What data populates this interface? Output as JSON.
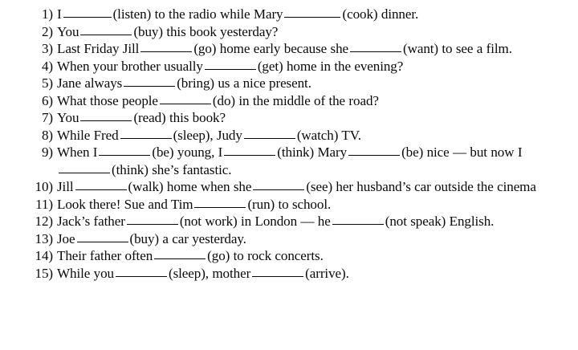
{
  "document": {
    "kind": "english-grammar-worksheet",
    "background_color": "#ffffff",
    "text_color": "#0a0a0a",
    "blank_count_total": 23
  },
  "exercises": [
    {
      "number": "1)",
      "segments": [
        {
          "type": "text",
          "value": "I"
        },
        {
          "type": "blank",
          "size": "sm"
        },
        {
          "type": "text",
          "value": "(listen) to the radio while Mary"
        },
        {
          "type": "blank",
          "size": "lg"
        },
        {
          "type": "text",
          "value": "(cook) dinner."
        }
      ]
    },
    {
      "number": "2)",
      "segments": [
        {
          "type": "text",
          "value": "You"
        },
        {
          "type": "blank",
          "size": "md"
        },
        {
          "type": "text",
          "value": "(buy) this book yesterday?"
        }
      ]
    },
    {
      "number": "3)",
      "segments": [
        {
          "type": "text",
          "value": "Last Friday Jill"
        },
        {
          "type": "blank",
          "size": "md"
        },
        {
          "type": "text",
          "value": "(go) home early because she"
        },
        {
          "type": "blank",
          "size": "md"
        },
        {
          "type": "text",
          "value": "(want) to see a film."
        }
      ]
    },
    {
      "number": "4)",
      "segments": [
        {
          "type": "text",
          "value": "When your brother usually"
        },
        {
          "type": "blank",
          "size": "md"
        },
        {
          "type": "text",
          "value": "(get) home in the evening?"
        }
      ]
    },
    {
      "number": "5)",
      "segments": [
        {
          "type": "text",
          "value": "Jane always"
        },
        {
          "type": "blank",
          "size": "md"
        },
        {
          "type": "text",
          "value": "(bring) us a nice present."
        }
      ]
    },
    {
      "number": "6)",
      "segments": [
        {
          "type": "text",
          "value": "What those people"
        },
        {
          "type": "blank",
          "size": "md"
        },
        {
          "type": "text",
          "value": "(do) in the middle of the road?"
        }
      ]
    },
    {
      "number": "7)",
      "segments": [
        {
          "type": "text",
          "value": "You"
        },
        {
          "type": "blank",
          "size": "md"
        },
        {
          "type": "text",
          "value": "(read) this book?"
        }
      ]
    },
    {
      "number": "8)",
      "segments": [
        {
          "type": "text",
          "value": "While Fred"
        },
        {
          "type": "blank",
          "size": "md"
        },
        {
          "type": "text",
          "value": "(sleep), Judy"
        },
        {
          "type": "blank",
          "size": "md"
        },
        {
          "type": "text",
          "value": "(watch) TV."
        }
      ]
    },
    {
      "number": "9)",
      "segments": [
        {
          "type": "text",
          "value": "When I"
        },
        {
          "type": "blank",
          "size": "md"
        },
        {
          "type": "text",
          "value": "(be) young, I"
        },
        {
          "type": "blank",
          "size": "md"
        },
        {
          "type": "text",
          "value": "(think) Mary"
        },
        {
          "type": "blank",
          "size": "md"
        },
        {
          "type": "text",
          "value": "(be) nice — but now I"
        },
        {
          "type": "blank",
          "size": "md"
        },
        {
          "type": "text",
          "value": "(think) she’s fantastic."
        }
      ]
    },
    {
      "number": "10)",
      "segments": [
        {
          "type": "text",
          "value": "Jill"
        },
        {
          "type": "blank",
          "size": "md"
        },
        {
          "type": "text",
          "value": "(walk) home when she"
        },
        {
          "type": "blank",
          "size": "md"
        },
        {
          "type": "text",
          "value": "(see) her husband’s car outside the cinema"
        }
      ]
    },
    {
      "number": "11)",
      "segments": [
        {
          "type": "text",
          "value": "Look there! Sue and Tim"
        },
        {
          "type": "blank",
          "size": "md"
        },
        {
          "type": "text",
          "value": "(run) to school."
        }
      ]
    },
    {
      "number": "12)",
      "segments": [
        {
          "type": "text",
          "value": "Jack’s father"
        },
        {
          "type": "blank",
          "size": "md"
        },
        {
          "type": "text",
          "value": "(not work) in London — he"
        },
        {
          "type": "blank",
          "size": "md"
        },
        {
          "type": "text",
          "value": "(not speak) English."
        }
      ]
    },
    {
      "number": "13)",
      "segments": [
        {
          "type": "text",
          "value": "Joe"
        },
        {
          "type": "blank",
          "size": "md"
        },
        {
          "type": "text",
          "value": "(buy) a car yesterday."
        }
      ]
    },
    {
      "number": "14)",
      "segments": [
        {
          "type": "text",
          "value": "Their father often"
        },
        {
          "type": "blank",
          "size": "md"
        },
        {
          "type": "text",
          "value": "(go) to rock concerts."
        }
      ]
    },
    {
      "number": "15)",
      "segments": [
        {
          "type": "text",
          "value": "While you"
        },
        {
          "type": "blank",
          "size": "md"
        },
        {
          "type": "text",
          "value": "(sleep), mother"
        },
        {
          "type": "blank",
          "size": "md"
        },
        {
          "type": "text",
          "value": "(arrive)."
        }
      ]
    }
  ]
}
